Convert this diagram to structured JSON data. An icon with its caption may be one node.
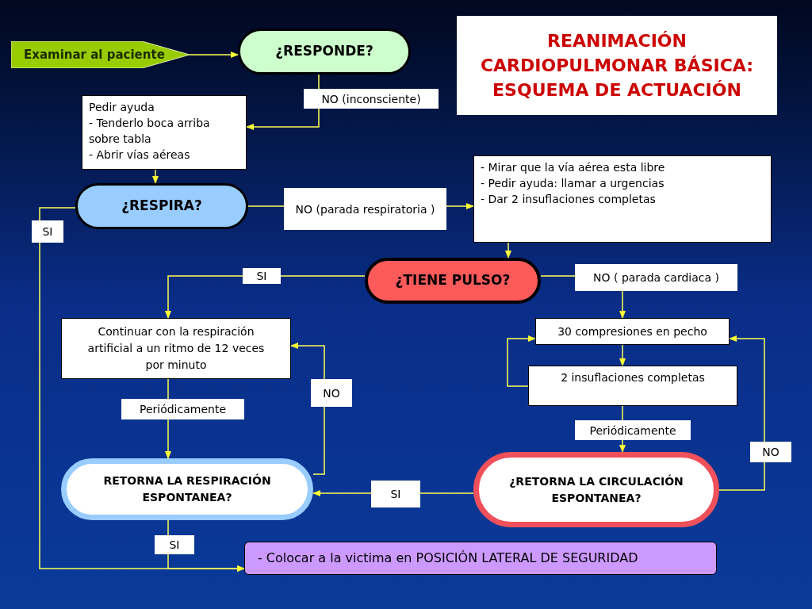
{
  "diagram": {
    "title": "REANIMACIÓN CARDIOPULMONAR BÁSICA: ESQUEMA DE ACTUACIÓN",
    "nodes": [
      {
        "text": [
          "Examinar al paciente"
        ]
      },
      {
        "text": [
          "¿RESPONDE?"
        ]
      },
      {
        "text": [
          "Pedir ayuda",
          "- Tenderlo boca arriba sobre tabla",
          "- Abrir vías aéreas"
        ]
      },
      {
        "text": [
          "¿RESPIRA?"
        ]
      },
      {
        "text": [
          "- Mirar que la vía aérea esta libre",
          "- Pedir ayuda: llamar a urgencias",
          "- Dar 2 insuflaciones completas"
        ]
      },
      {
        "text": [
          "¿TIENE PULSO?"
        ]
      },
      {
        "text": [
          "Continuar con la respiración artificial a un ritmo de 12 veces por minuto"
        ]
      },
      {
        "text": [
          "30 compresiones en pecho"
        ]
      },
      {
        "text": [
          "2 insuflaciones completas"
        ]
      },
      {
        "text": [
          "RETORNA LA RESPIRACIÓN ESPONTANEA?"
        ]
      },
      {
        "text": [
          "¿RETORNA LA CIRCULACIÓN ESPONTANEA?"
        ]
      },
      {
        "text": [
          "- Colocar a la victima en POSICIÓN LATERAL DE SEGURIDAD"
        ]
      }
    ],
    "edges": [
      {
        "from": 0,
        "to": 1,
        "arrow": "to"
      },
      {
        "from": 1,
        "to": 2,
        "arrow": "to",
        "label": "NO (inconsciente)"
      },
      {
        "from": 2,
        "to": 3,
        "arrow": "to"
      },
      {
        "from": 3,
        "to": 4,
        "arrow": "to",
        "label": "NO (parada respiratoria )"
      },
      {
        "from": 4,
        "to": 5,
        "arrow": "to"
      },
      {
        "from": 3,
        "to": 11,
        "arrow": "to",
        "label": "SI"
      },
      {
        "from": 5,
        "to": 6,
        "arrow": "to",
        "label": "SI"
      },
      {
        "from": 5,
        "to": 7,
        "arrow": "to",
        "label": "NO ( parada cardiaca )"
      },
      {
        "from": 7,
        "to": 8,
        "arrow": "to"
      },
      {
        "from": 8,
        "to": 7,
        "arrow": "to"
      },
      {
        "from": 6,
        "to": 9,
        "arrow": "to",
        "label": "Periódicamente"
      },
      {
        "from": 9,
        "to": 6,
        "arrow": "to",
        "label": "NO"
      },
      {
        "from": 8,
        "to": 10,
        "arrow": "to",
        "label": "Periódicamente"
      },
      {
        "from": 10,
        "to": 7,
        "arrow": "to",
        "label": "NO"
      },
      {
        "from": 10,
        "to": 9,
        "arrow": "to",
        "label": "SI"
      },
      {
        "from": 9,
        "to": 11,
        "arrow": "to",
        "label": "SI"
      }
    ]
  }
}
